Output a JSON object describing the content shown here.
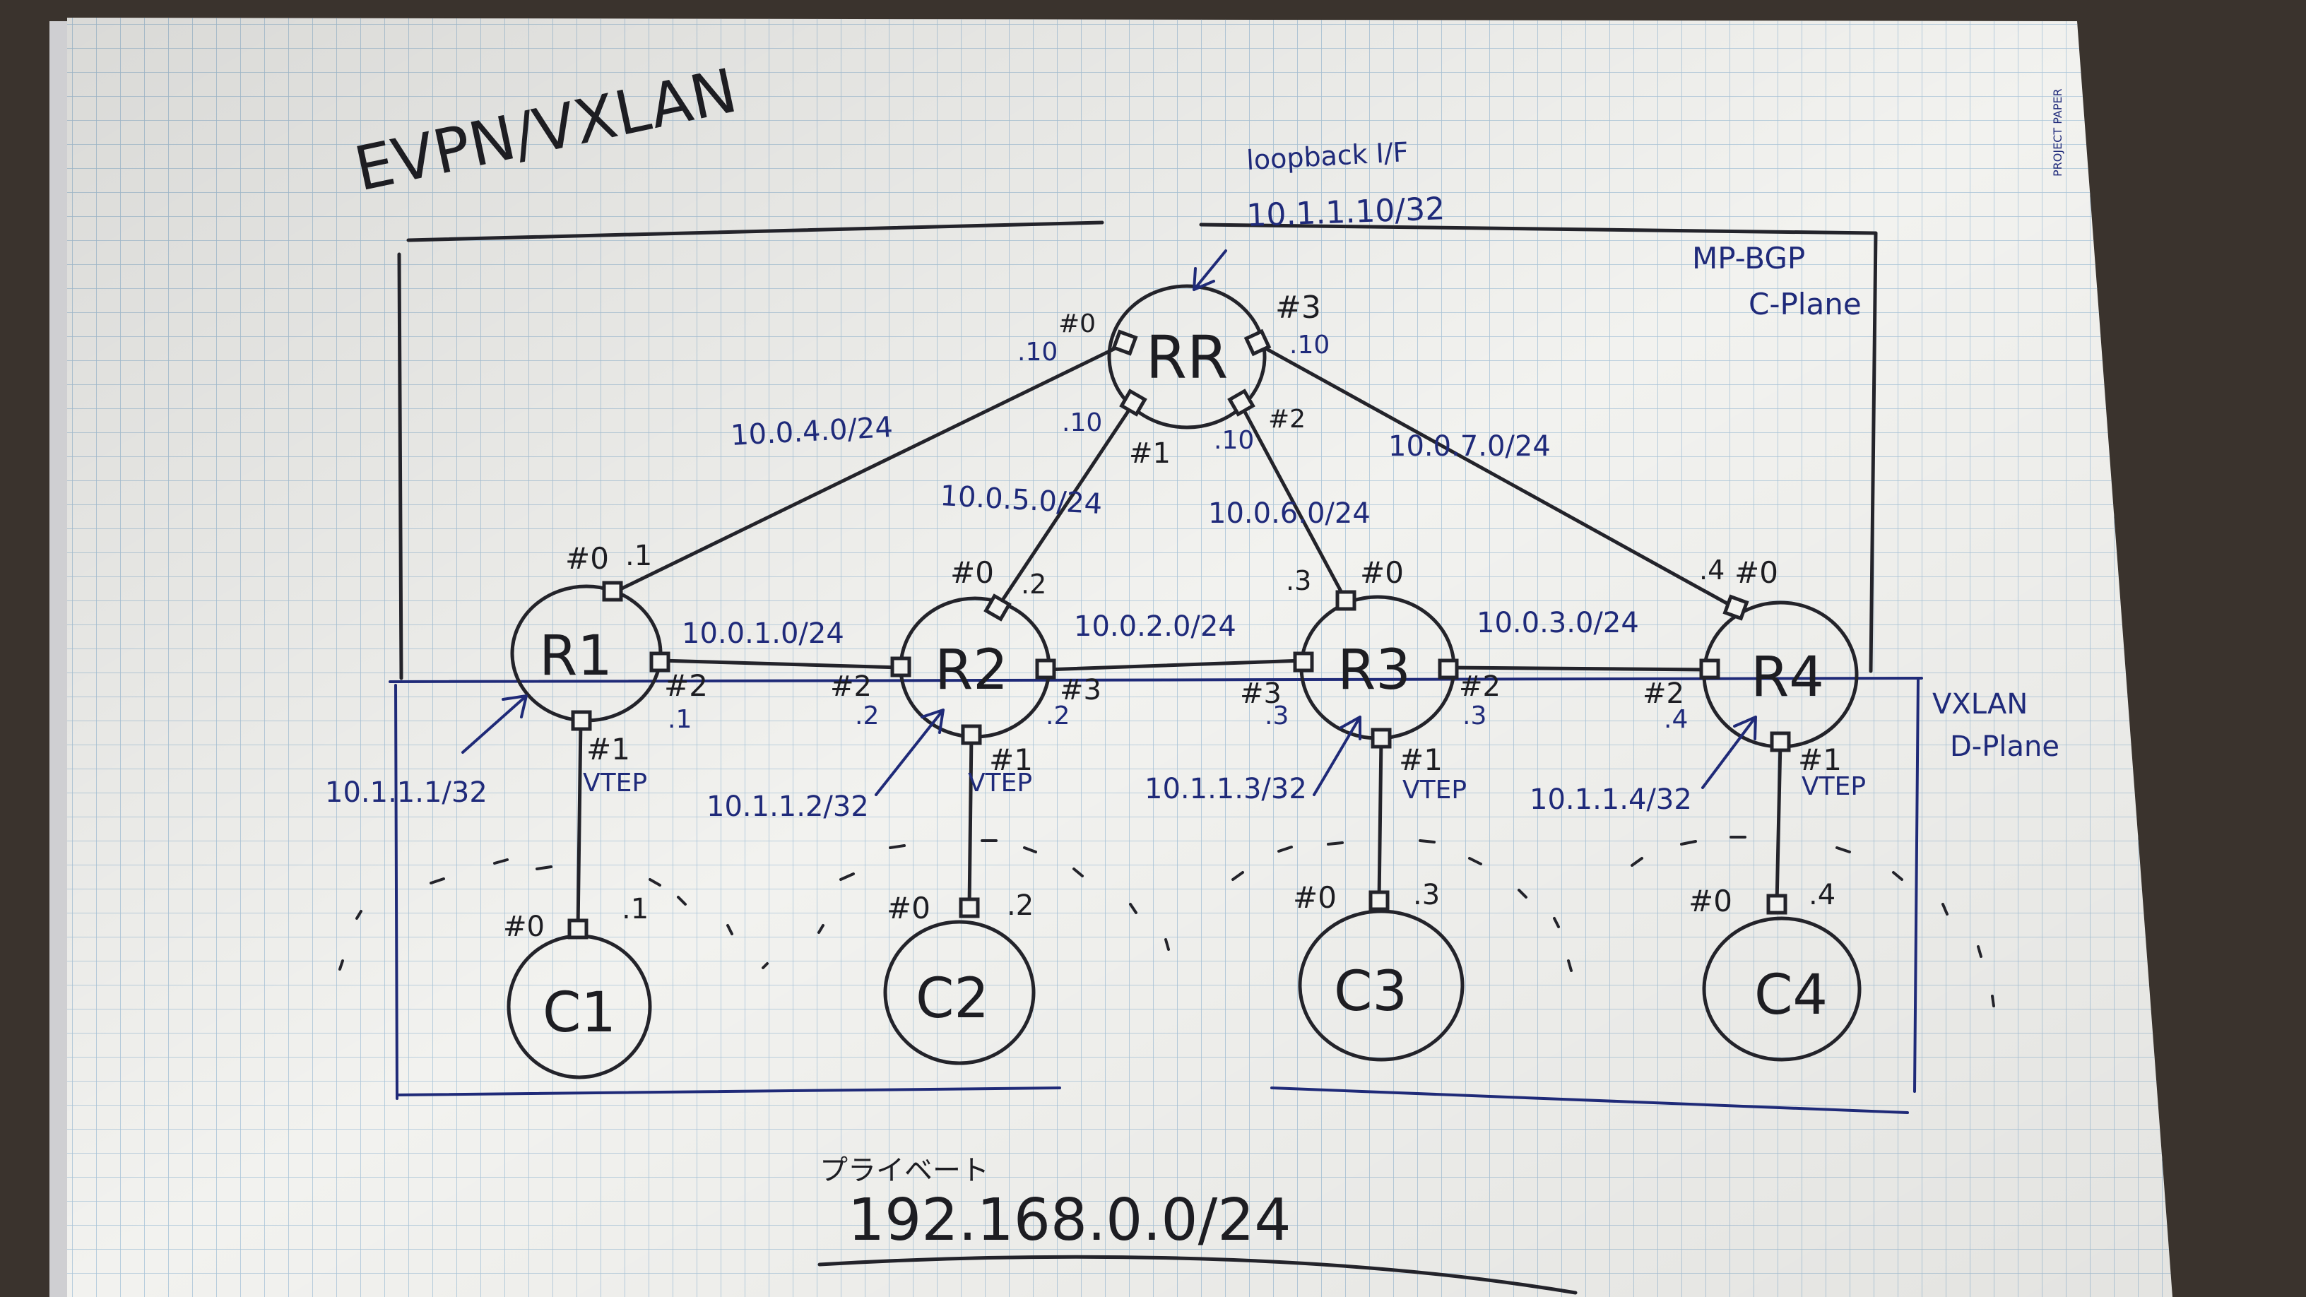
{
  "title": "EVPN/VXLAN",
  "loopback": {
    "line1": "loopback I/F",
    "line2": "10.1.1.10/32"
  },
  "planes": {
    "c_plane_1": "MP-BGP",
    "c_plane_2": "C-Plane",
    "d_plane_1": "VXLAN",
    "d_plane_2": "D-Plane"
  },
  "nodes": {
    "rr": "RR",
    "r1": "R1",
    "r2": "R2",
    "r3": "R3",
    "r4": "R4",
    "c1": "C1",
    "c2": "C2",
    "c3": "C3",
    "c4": "C4"
  },
  "links": {
    "rr_r1": "10.0.4.0/24",
    "rr_r2": "10.0.5.0/24",
    "rr_r3": "10.0.6.0/24",
    "rr_r4": "10.0.7.0/24",
    "r1_r2": "10.0.1.0/24",
    "r2_r3": "10.0.2.0/24",
    "r3_r4": "10.0.3.0/24"
  },
  "rr_ports": {
    "p0": "#0",
    "p0_ip": ".10",
    "p1": "#1",
    "p1_ip": ".10",
    "p2": "#2",
    "p2_ip": ".10",
    "p3": "#3",
    "p3_ip": ".10"
  },
  "r1": {
    "p0": "#0",
    "p0_ip": ".1",
    "p1": "#1",
    "p2": "#2",
    "p2_ip": ".1",
    "vtep_ip": "10.1.1.1/32",
    "vtep": "VTEP"
  },
  "r2": {
    "p0": "#0",
    "p0_ip": ".2",
    "p1": "#1",
    "p2": "#2",
    "p2_ip": ".2",
    "p3": "#3",
    "p3_ip": ".2",
    "vtep_ip": "10.1.1.2/32",
    "vtep": "VTEP"
  },
  "r3": {
    "p0": "#0",
    "p0_ip": ".3",
    "p1": "#1",
    "p2": "#2",
    "p2_ip": ".3",
    "p3": "#3",
    "p3_ip": ".3",
    "vtep_ip": "10.1.1.3/32",
    "vtep": "VTEP"
  },
  "r4": {
    "p0": "#0",
    "p0_ip": ".4",
    "p1": "#1",
    "p2": "#2",
    "p2_ip": ".4",
    "vtep_ip": "10.1.1.4/32",
    "vtep": "VTEP"
  },
  "clients": {
    "c1_port": "#0",
    "c1_ip": ".1",
    "c2_port": "#0",
    "c2_ip": ".2",
    "c3_port": "#0",
    "c3_ip": ".3",
    "c4_port": "#0",
    "c4_ip": ".4"
  },
  "private_label": "プライベート",
  "private_net": "192.168.0.0/24",
  "colors": {
    "paper": "#f2f2ef",
    "grid": "#a9c4d8",
    "ink_black": "#23232a",
    "ink_blue": "#1f2a7a"
  },
  "notebook_brand": "PROJECT PAPER"
}
